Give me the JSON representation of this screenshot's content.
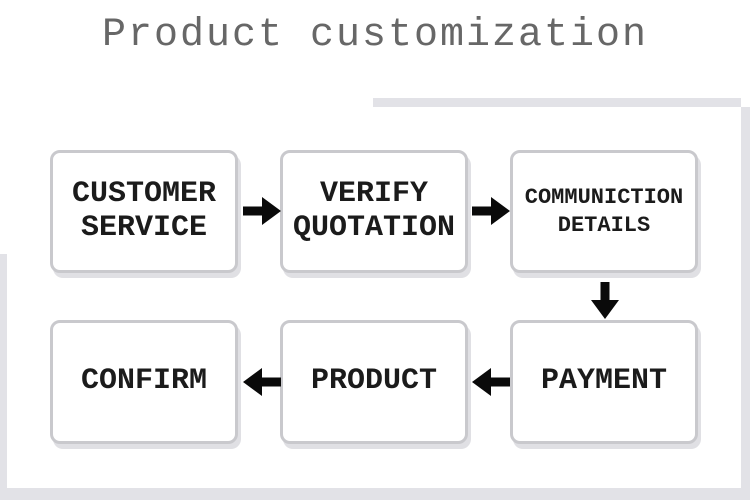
{
  "title": "Product customization",
  "colors": {
    "background": "#ffffff",
    "frame_gray": "#e2e2e7",
    "box_border": "#c9c9cd",
    "box_shadow": "#e0e0e4",
    "box_fill": "#ffffff",
    "label_text": "#1b1b1b",
    "title_text": "#676767",
    "arrow": "#0a0a0a"
  },
  "flow": {
    "nodes": [
      {
        "id": "customer-service",
        "label": "CUSTOMER\nSERVICE"
      },
      {
        "id": "verify-quotation",
        "label": "VERIFY\nQUOTATION"
      },
      {
        "id": "communiction-details",
        "label": "COMMUNICTION\nDETAILS"
      },
      {
        "id": "payment",
        "label": "PAYMENT"
      },
      {
        "id": "product",
        "label": "PRODUCT"
      },
      {
        "id": "confirm",
        "label": "CONFIRM"
      }
    ],
    "edges": [
      {
        "from": "CUSTOMER SERVICE",
        "to": "VERIFY QUOTATION",
        "direction": "right"
      },
      {
        "from": "VERIFY QUOTATION",
        "to": "COMMUNICTION DETAILS",
        "direction": "right"
      },
      {
        "from": "COMMUNICTION DETAILS",
        "to": "PAYMENT",
        "direction": "down"
      },
      {
        "from": "PAYMENT",
        "to": "PRODUCT",
        "direction": "left"
      },
      {
        "from": "PRODUCT",
        "to": "CONFIRM",
        "direction": "left"
      }
    ],
    "icons": {
      "arrow_right": "➡",
      "arrow_down": "⬇",
      "arrow_left": "⬅"
    }
  }
}
